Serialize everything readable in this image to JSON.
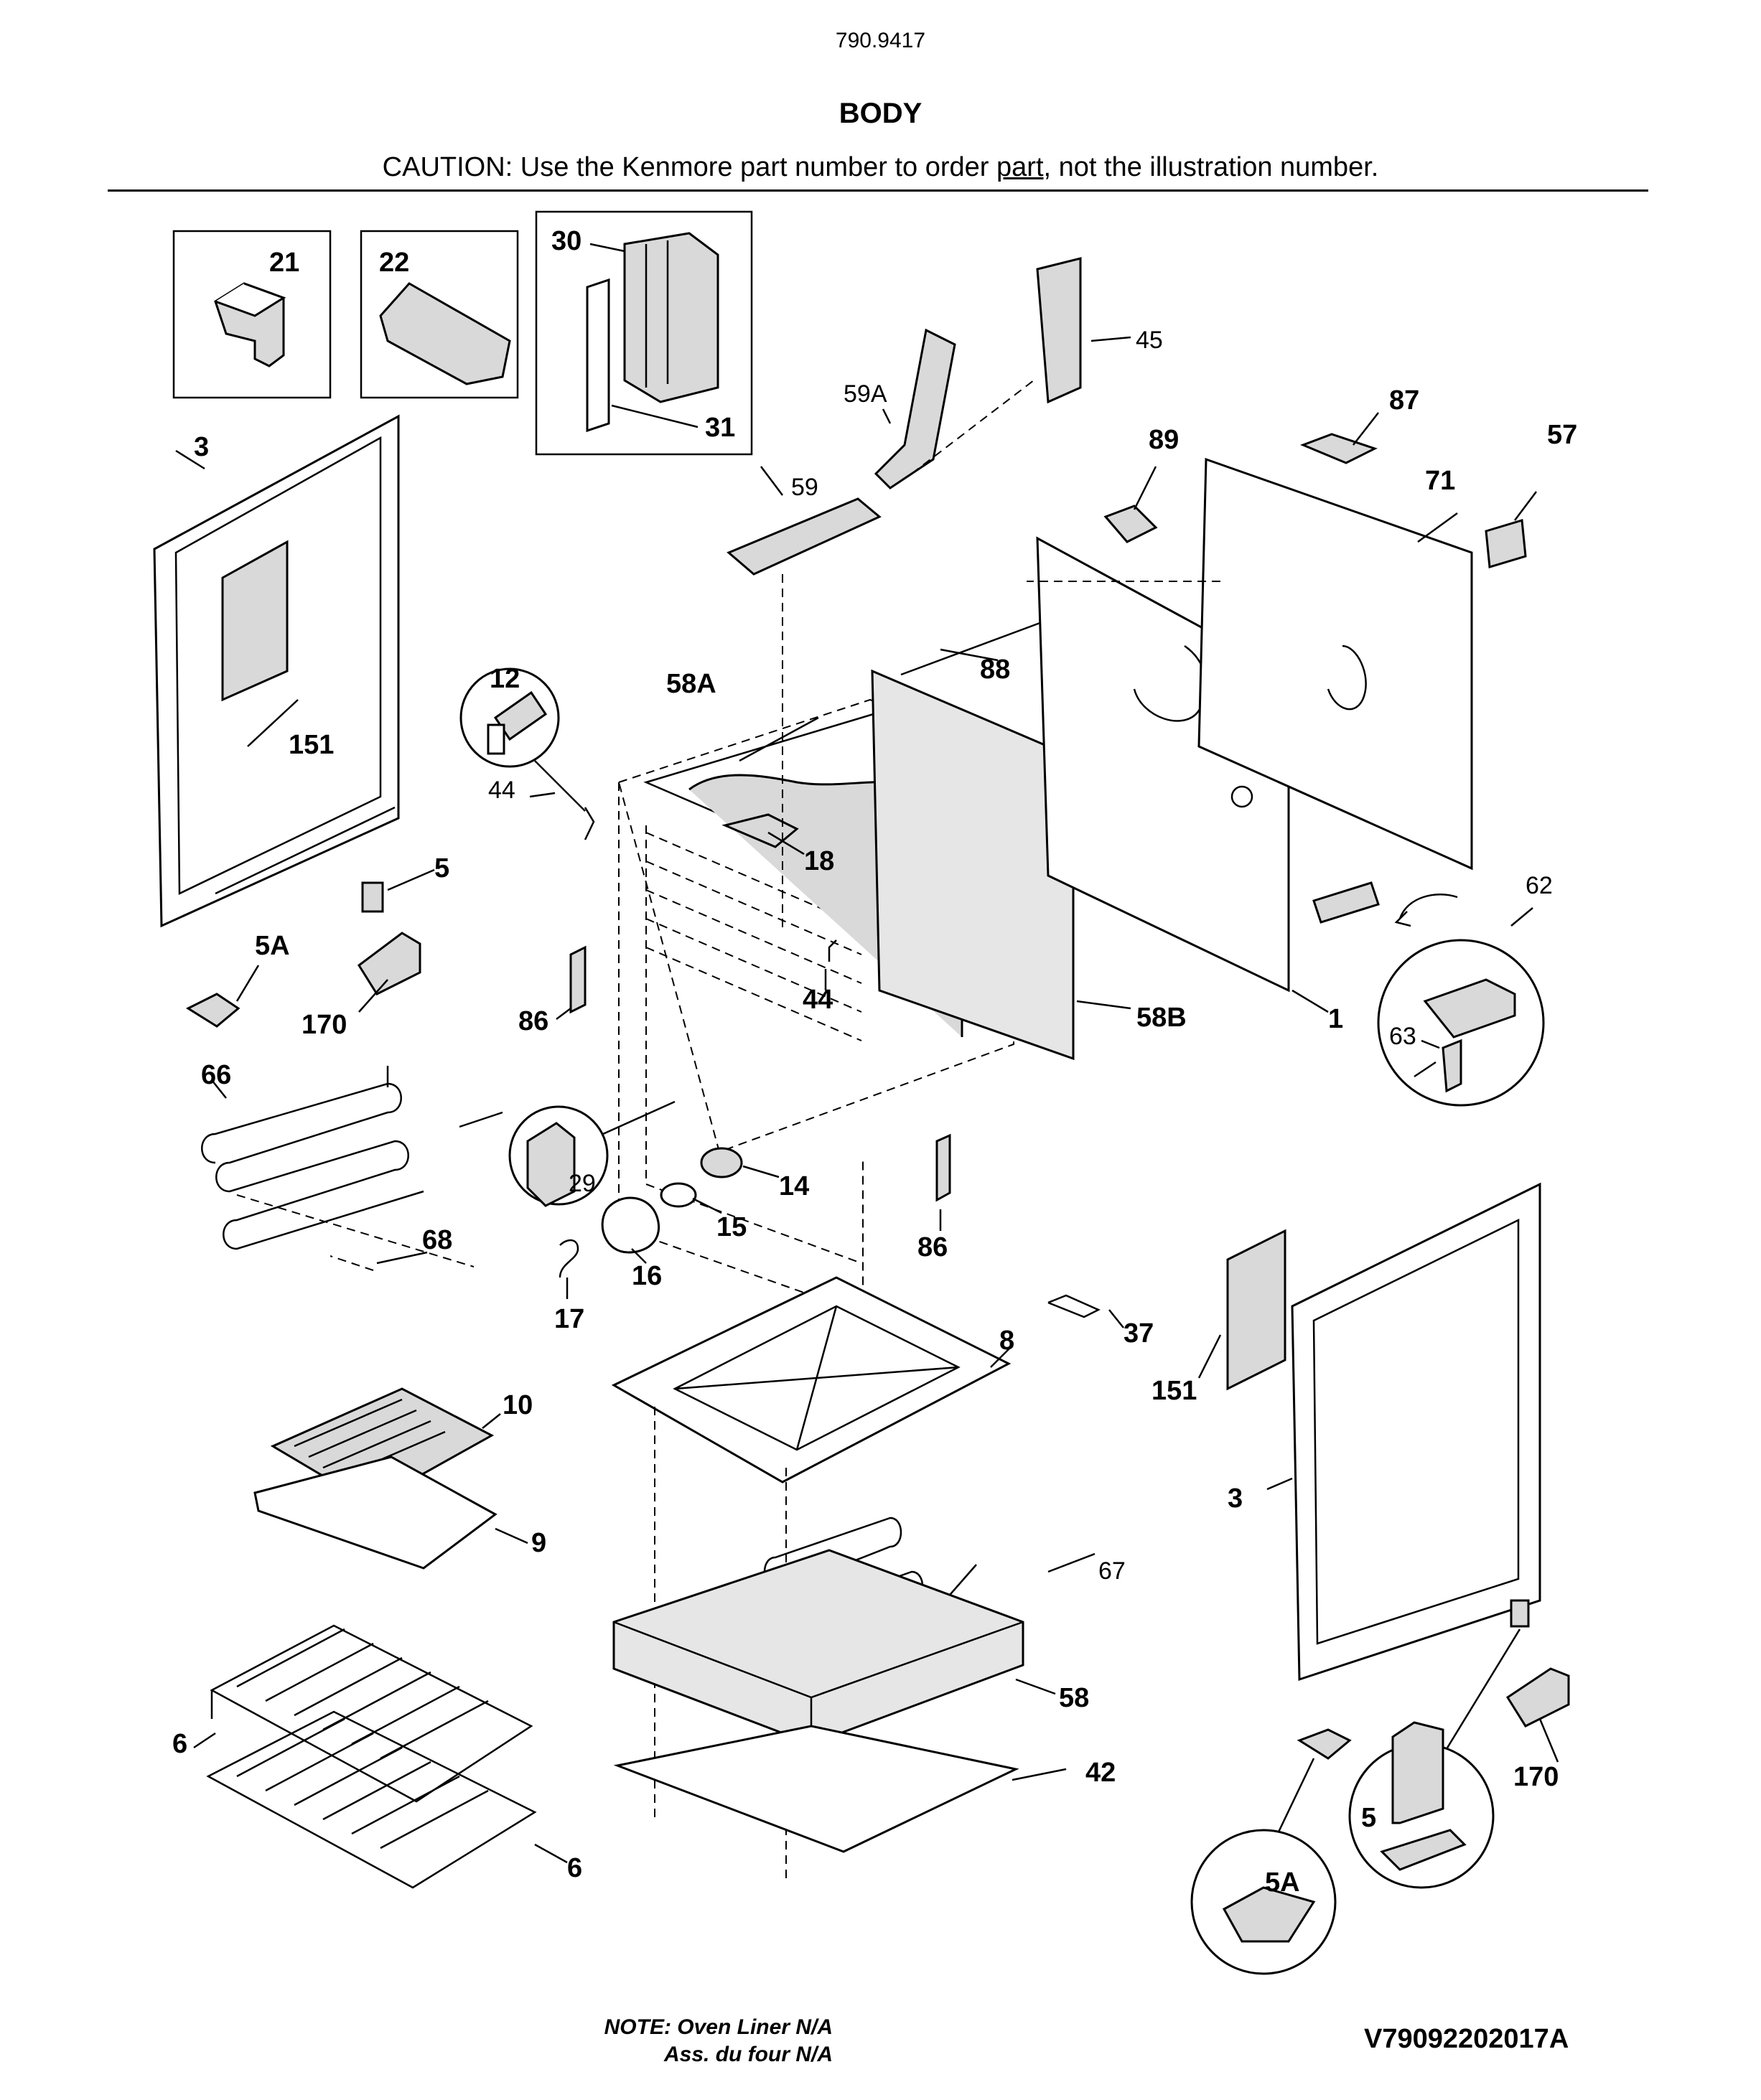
{
  "header": {
    "model_number": "790.9417",
    "section_title": "BODY",
    "caution_prefix": "CAUTION: Use the Kenmore part number to order ",
    "caution_link": "part",
    "caution_suffix": ", not the illustration number."
  },
  "callouts": {
    "c21": "21",
    "c22": "22",
    "c30": "30",
    "c31": "31",
    "c3a": "3",
    "c151a": "151",
    "c5a": "5",
    "c5Aa": "5A",
    "c170a": "170",
    "c12": "12",
    "c44a": "44",
    "c58A": "58A",
    "c18": "18",
    "c88": "88",
    "c59": "59",
    "c59A": "59A",
    "c45": "45",
    "c89": "89",
    "c87": "87",
    "c71": "71",
    "c57": "57",
    "c62": "62",
    "c63": "63",
    "c1": "1",
    "c58B": "58B",
    "c44b": "44",
    "c86a": "86",
    "c86b": "86",
    "c66": "66",
    "c68": "68",
    "c29": "29",
    "c14": "14",
    "c15": "15",
    "c16": "16",
    "c17": "17",
    "c37": "37",
    "c151b": "151",
    "c3b": "3",
    "c8": "8",
    "c10": "10",
    "c9": "9",
    "c67": "67",
    "c58": "58",
    "c42": "42",
    "c6a": "6",
    "c6b": "6",
    "c5b": "5",
    "c5Ab": "5A",
    "c170b": "170"
  },
  "footer": {
    "note_line1": "NOTE: Oven Liner N/A",
    "note_line2": "Ass. du four N/A",
    "drawing_code": "V79092202017A"
  }
}
